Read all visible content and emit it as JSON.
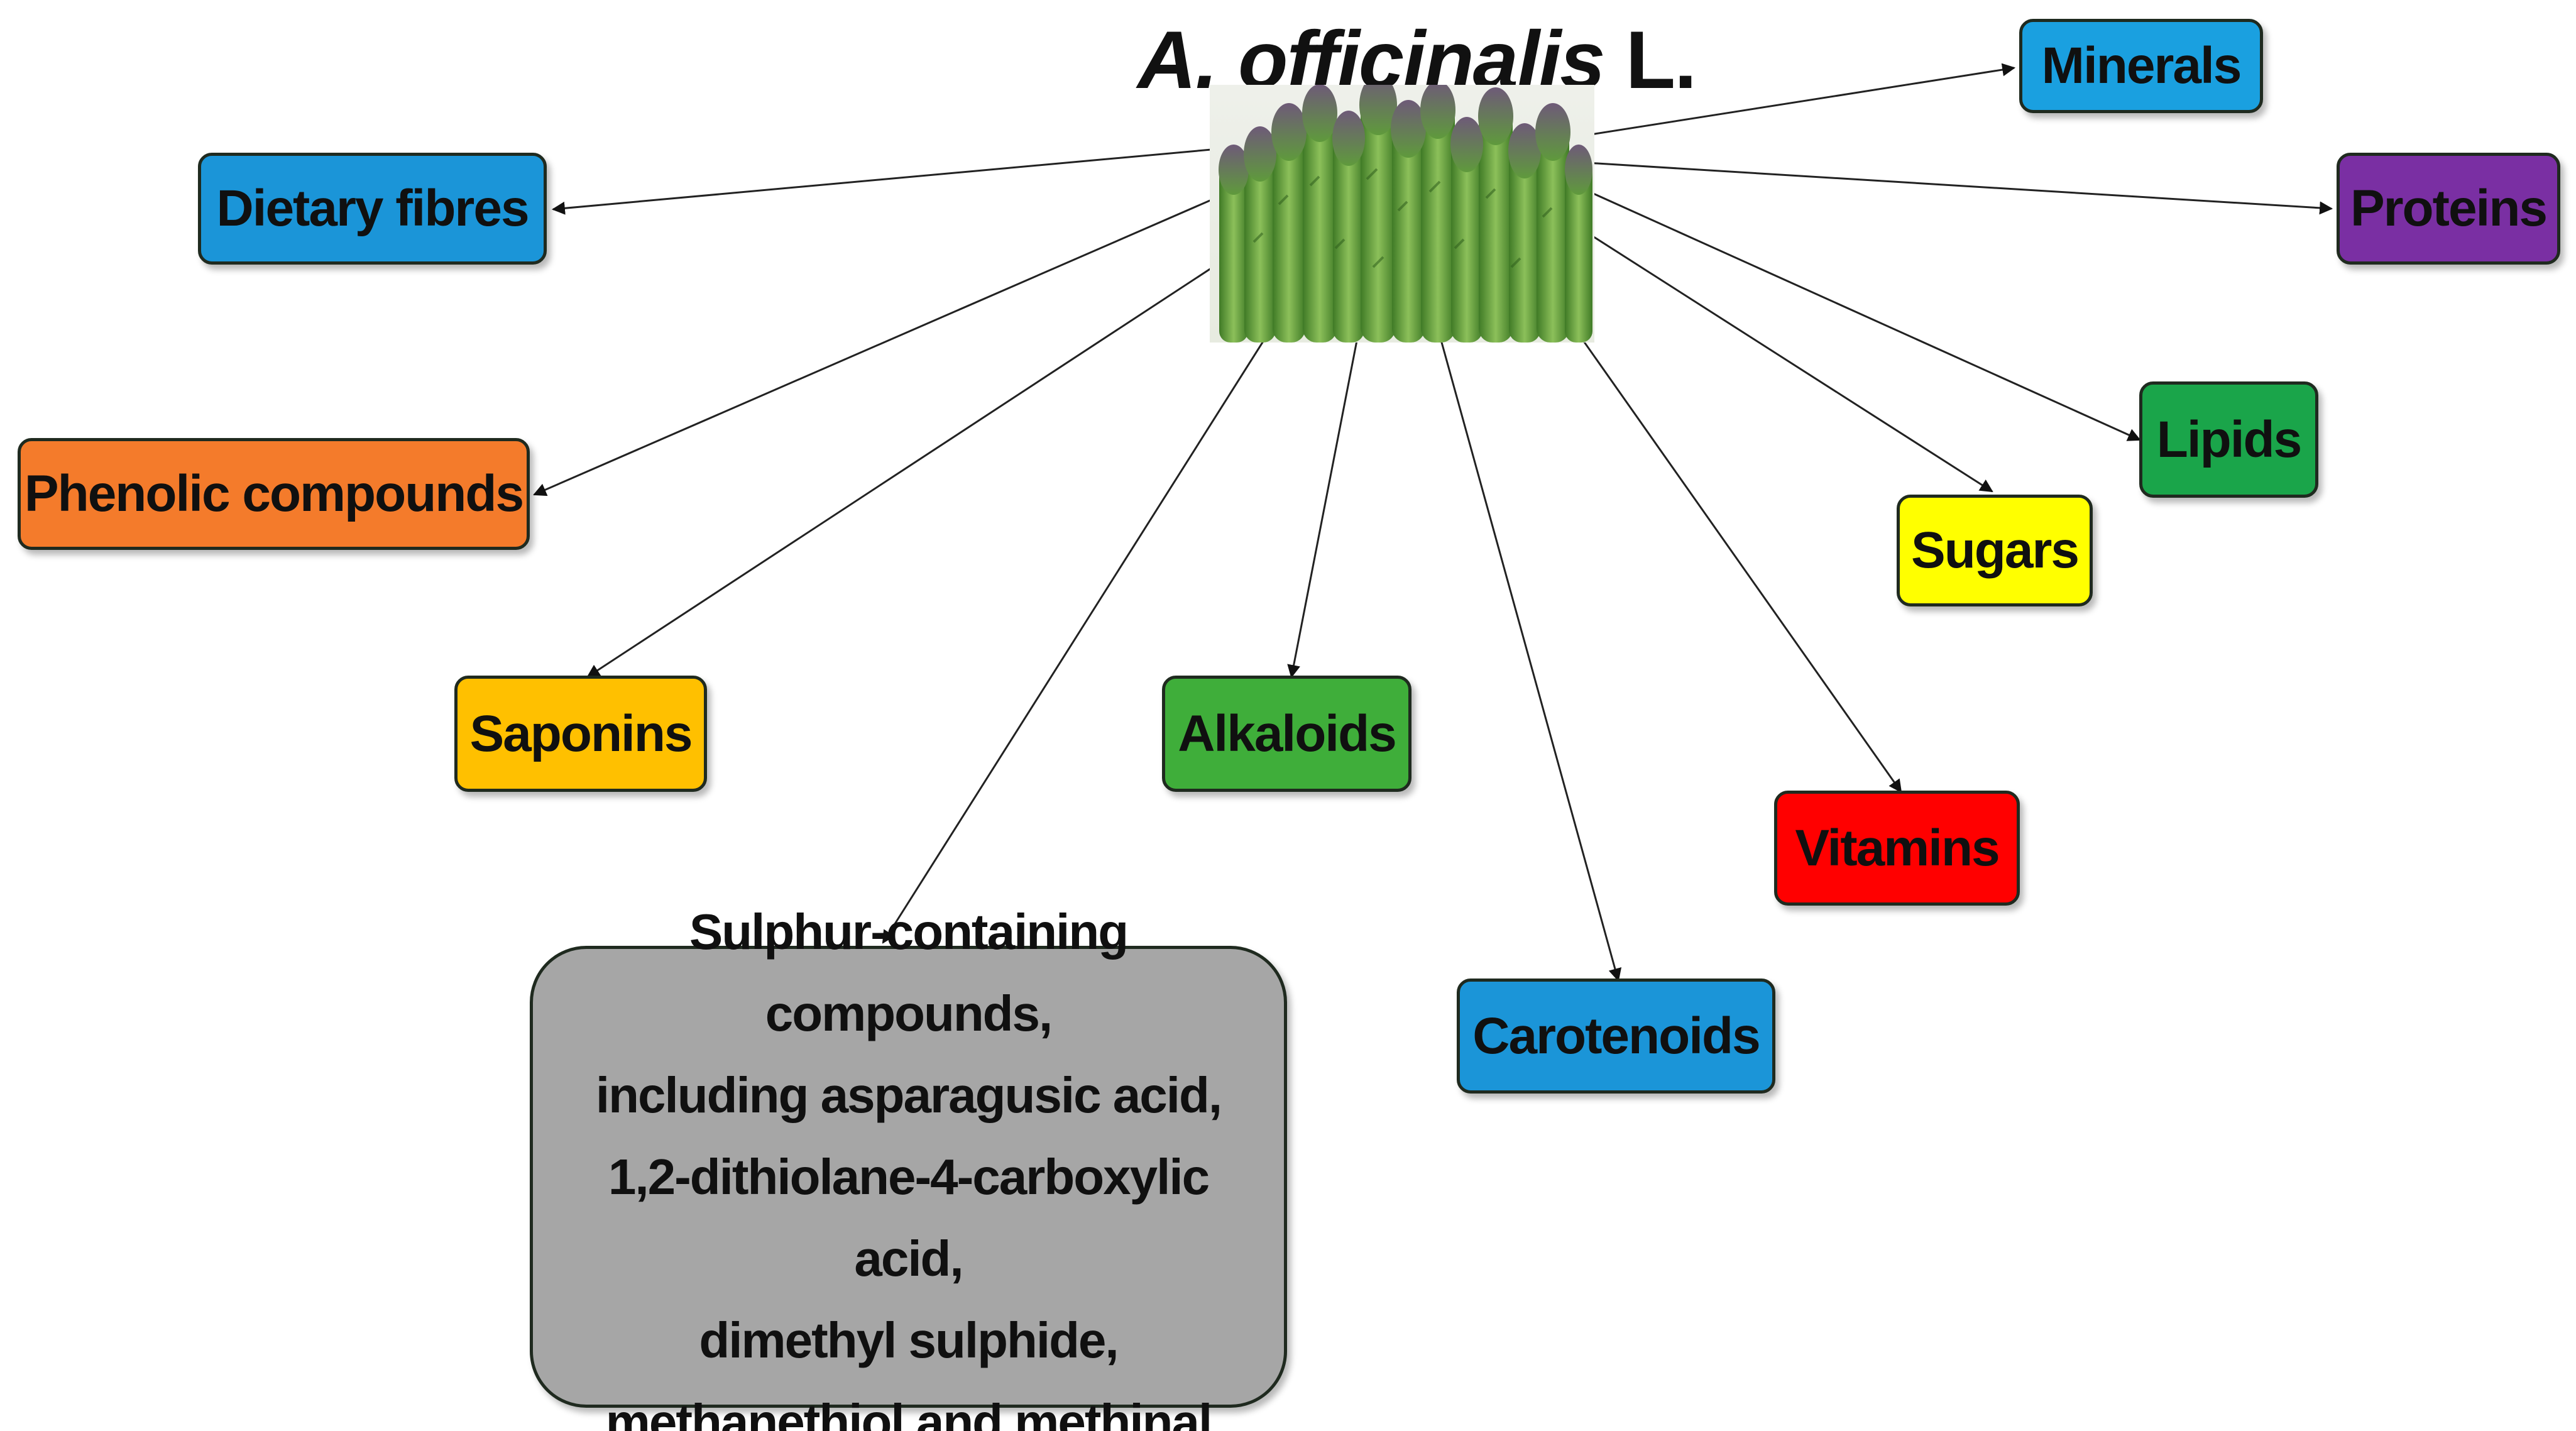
{
  "title": {
    "genus": "A. officinalis",
    "suffix": "L."
  },
  "photo": {
    "icon": "asparagus-photo",
    "colors": {
      "stalk": "#5f9a3c",
      "tip": "#6e5a78"
    }
  },
  "nodes": {
    "minerals": {
      "label": "Minerals",
      "color": "#1aa0e0"
    },
    "dietary_fibres": {
      "label": "Dietary fibres",
      "color": "#1b95d8"
    },
    "proteins": {
      "label": "Proteins",
      "color": "#7a2fa3"
    },
    "phenolic": {
      "label": "Phenolic compounds",
      "color": "#f47b2b"
    },
    "lipids": {
      "label": "Lipids",
      "color": "#1aa54a"
    },
    "sugars": {
      "label": "Sugars",
      "color": "#ffff00"
    },
    "saponins": {
      "label": "Saponins",
      "color": "#ffc000"
    },
    "alkaloids": {
      "label": "Alkaloids",
      "color": "#3fae3a"
    },
    "vitamins": {
      "label": "Vitamins",
      "color": "#ff0000"
    },
    "carotenoids": {
      "label": "Carotenoids",
      "color": "#1b95d8"
    },
    "sulphur": {
      "lines": [
        "Sulphur-containing compounds,",
        "including asparagusic acid,",
        "1,2-dithiolane-4-carboxylic acid,",
        "dimethyl sulphide,",
        "methanethiol and methinal"
      ],
      "color": "#a6a6a6"
    }
  }
}
